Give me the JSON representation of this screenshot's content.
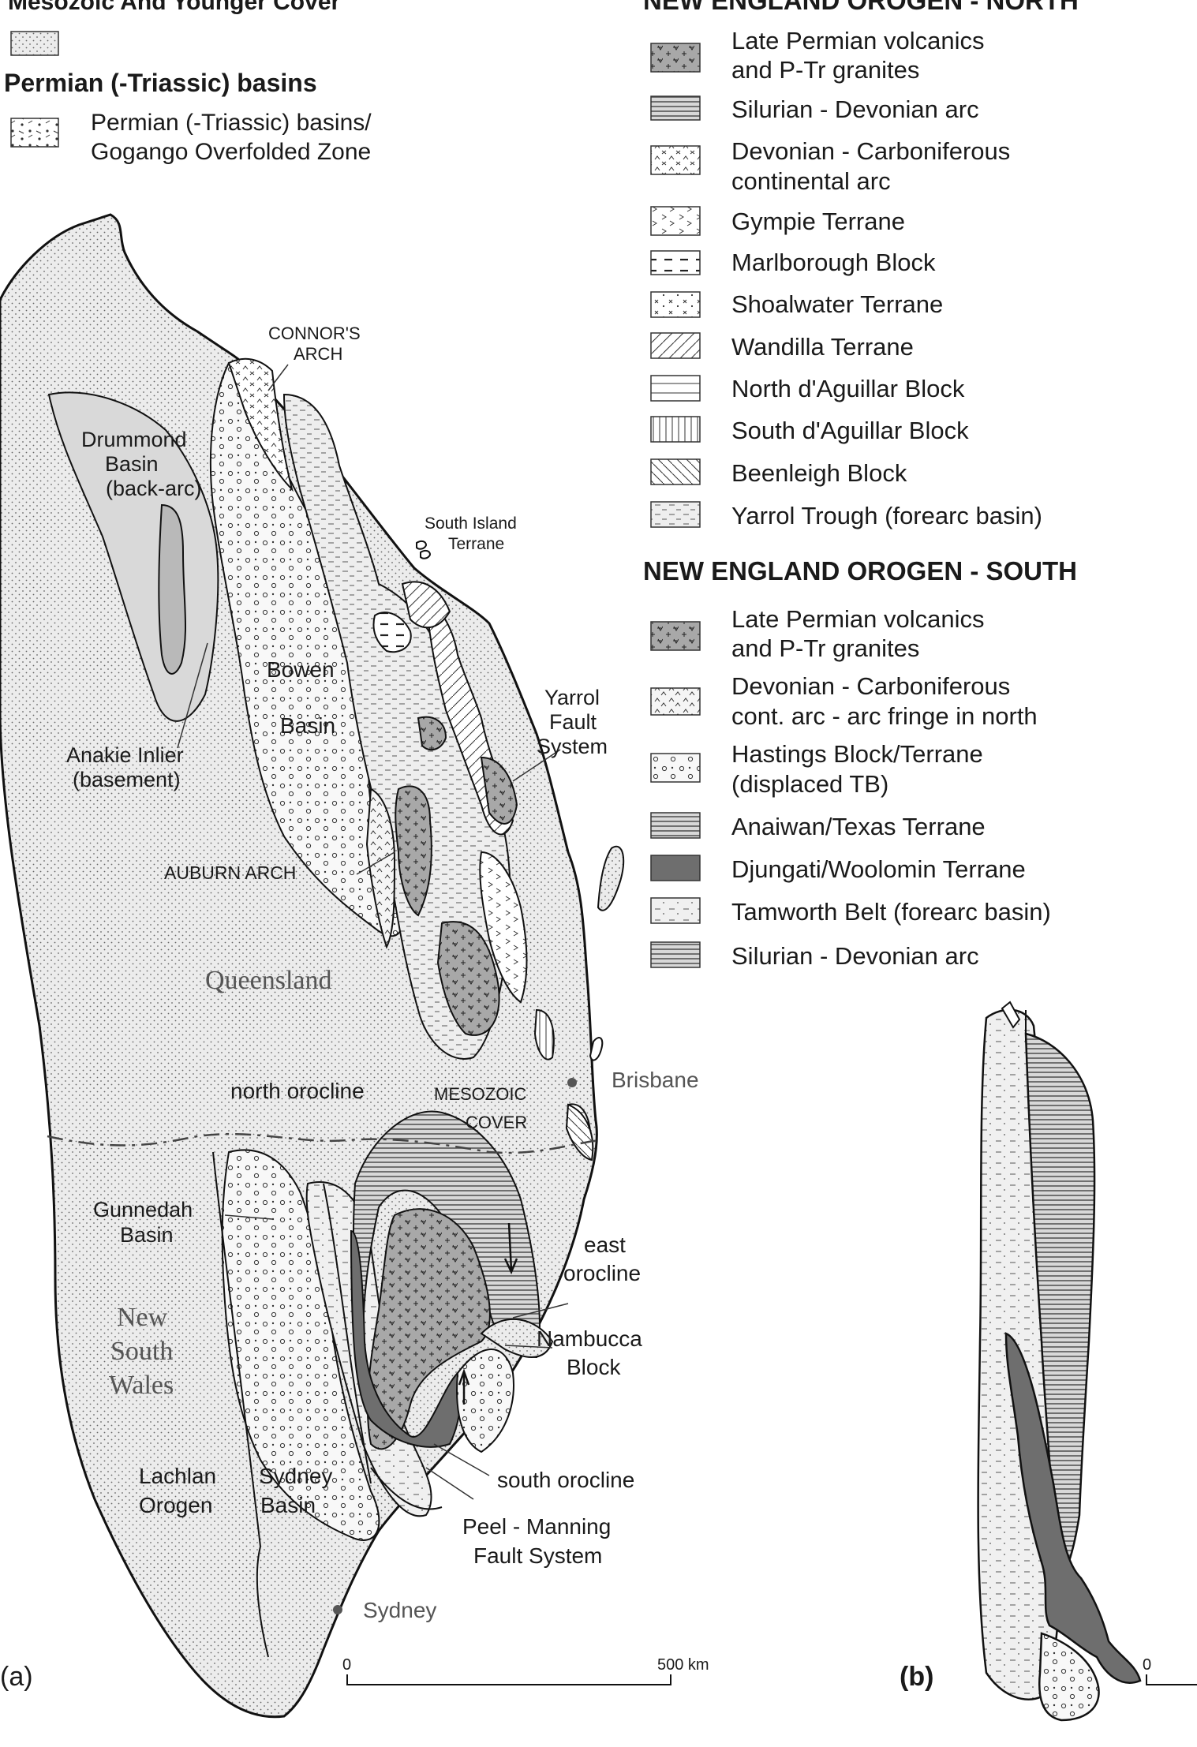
{
  "left_legend": {
    "cover_title": "Mesozoic And Younger Cover",
    "basins_title": "Permian (-Triassic) basins",
    "basins_item": [
      "Permian (-Triassic) basins/",
      "Gogango Overfolded Zone"
    ]
  },
  "north_legend": {
    "title": "NEW ENGLAND OROGEN - NORTH",
    "items": [
      {
        "lines": [
          "Late Permian volcanics",
          "and P-Tr granites"
        ],
        "pattern": "volcanic-plus"
      },
      {
        "lines": [
          "Silurian - Devonian arc"
        ],
        "pattern": "horiz-dense"
      },
      {
        "lines": [
          "Devonian - Carboniferous",
          "continental  arc"
        ],
        "pattern": "hat-x"
      },
      {
        "lines": [
          "Gympie Terrane"
        ],
        "pattern": "chevron"
      },
      {
        "lines": [
          "Marlborough Block"
        ],
        "pattern": "dash-line"
      },
      {
        "lines": [
          "Shoalwater Terrane"
        ],
        "pattern": "cross-dot"
      },
      {
        "lines": [
          "Wandilla Terrane"
        ],
        "pattern": "diag-right"
      },
      {
        "lines": [
          "North d'Aguillar Block"
        ],
        "pattern": "horiz-sparse"
      },
      {
        "lines": [
          "South d'Aguillar Block"
        ],
        "pattern": "vertical"
      },
      {
        "lines": [
          "Beenleigh Block"
        ],
        "pattern": "diag-left"
      },
      {
        "lines": [
          "Yarrol Trough (forearc basin)"
        ],
        "pattern": "short-dash"
      }
    ]
  },
  "south_legend": {
    "title": "NEW ENGLAND OROGEN - SOUTH",
    "items": [
      {
        "lines": [
          "Late Permian volcanics",
          "and P-Tr granites"
        ],
        "pattern": "volcanic-plus"
      },
      {
        "lines": [
          "Devonian - Carboniferous",
          "cont. arc - arc fringe in north"
        ],
        "pattern": "hat"
      },
      {
        "lines": [
          "Hastings Block/Terrane",
          "(displaced TB)"
        ],
        "pattern": "circle-dot"
      },
      {
        "lines": [
          "Anaiwan/Texas Terrane"
        ],
        "pattern": "horiz-dense"
      },
      {
        "lines": [
          "Djungati/Woolomin Terrane"
        ],
        "pattern": "solid-dark"
      },
      {
        "lines": [
          "Tamworth Belt (forearc basin)"
        ],
        "pattern": "dash-dot"
      },
      {
        "lines": [
          "Silurian - Devonian arc"
        ],
        "pattern": "horiz-dense"
      }
    ]
  },
  "map_labels": {
    "connors_arch": [
      "CONNOR'S",
      "ARCH"
    ],
    "drummond": [
      "Drummond",
      "Basin",
      "(back-arc)"
    ],
    "south_island": [
      "South Island",
      "Terrane"
    ],
    "bowen": [
      "Bowen",
      "Basin"
    ],
    "yarrol": [
      "Yarrol",
      "Fault",
      "System"
    ],
    "anakie": [
      "Anakie Inlier",
      "(basement)"
    ],
    "auburn_arch": "AUBURN  ARCH",
    "queensland": "Queensland",
    "brisbane": "Brisbane",
    "north_orocline": "north orocline",
    "mesozoic_cover": [
      "MESOZOIC",
      "COVER"
    ],
    "gunnedah": [
      "Gunnedah",
      "Basin"
    ],
    "east_orocline": [
      "east",
      "orocline"
    ],
    "nsw": [
      "New",
      "South",
      "Wales"
    ],
    "nambucca": [
      "Nambucca",
      "Block"
    ],
    "lachlan": [
      "Lachlan",
      "Orogen"
    ],
    "sydney_basin": [
      "Sydney",
      "Basin"
    ],
    "south_orocline": "south orocline",
    "peel": [
      "Peel - Manning",
      "Fault System"
    ],
    "sydney": "Sydney",
    "panel_a": "(a)",
    "panel_b": "(b)",
    "scale_zero_a": "0",
    "scale_km": "500 km",
    "scale_zero_b": "0"
  },
  "colors": {
    "cover_fill": "#ececec",
    "basin_fill": "#f7f7f7",
    "granite_fill": "#a8a8a8",
    "djungati_fill": "#6e6e6e",
    "outline": "#111111"
  }
}
